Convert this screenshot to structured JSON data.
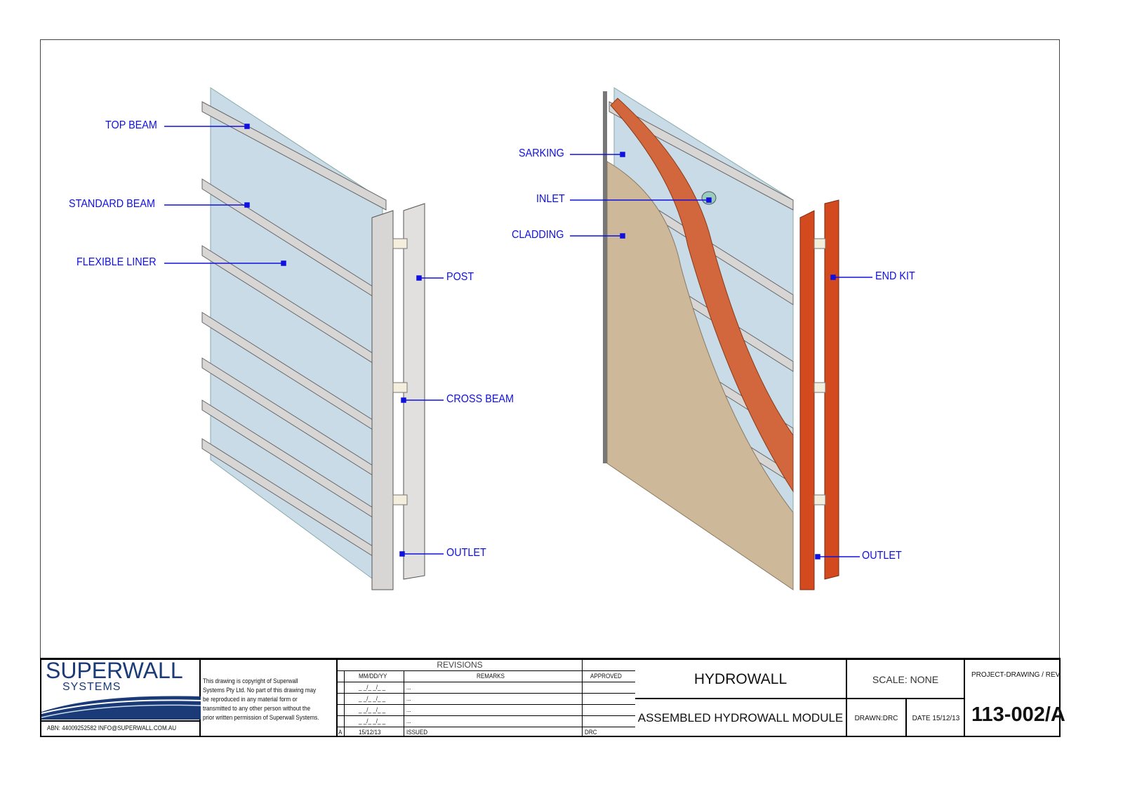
{
  "left_view": {
    "labels": {
      "top_beam": "TOP BEAM",
      "standard_beam": "STANDARD BEAM",
      "flexible_liner": "FLEXIBLE LINER",
      "post": "POST",
      "cross_beam": "CROSS BEAM",
      "outlet": "OUTLET"
    }
  },
  "right_view": {
    "labels": {
      "sarking": "SARKING",
      "inlet": "INLET",
      "cladding": "CLADDING",
      "end_kit": "END KIT",
      "outlet": "OUTLET"
    }
  },
  "title_block": {
    "logo_main": "SUPERWALL",
    "logo_sub": "SYSTEMS",
    "contact": "ABN: 44009252582  INFO@SUPERWALL.COM.AU",
    "copyright": [
      "This drawing is copyright of Superwall",
      "Systems Pty Ltd. No part of this drawing may",
      "be reproduced in any material form or",
      "transmitted to any other person without the",
      "prior written permission of Superwall Systems."
    ],
    "revisions": {
      "title": "REVISIONS",
      "headers": {
        "date": "MM/DD/YY",
        "remarks": "REMARKS",
        "approved": "APPROVED"
      },
      "rows": [
        {
          "rev": "",
          "date": "_ _/_ _/_ _",
          "remarks": "...",
          "approved": ""
        },
        {
          "rev": "",
          "date": "_ _/_ _/_ _",
          "remarks": "...",
          "approved": ""
        },
        {
          "rev": "",
          "date": "_ _/_ _/_ _",
          "remarks": "...",
          "approved": ""
        },
        {
          "rev": "",
          "date": "_ _/_ _/_ _",
          "remarks": "...",
          "approved": ""
        },
        {
          "rev": "A",
          "date": "15/12/13",
          "remarks": "ISSUED",
          "approved": "DRC"
        }
      ]
    },
    "project": "HYDROWALL",
    "drawing_title": "ASSEMBLED HYDROWALL MODULE",
    "scale": "SCALE: NONE",
    "drawn": "DRAWN:DRC",
    "date": "DATE 15/12/13",
    "number_label": "PROJECT-DRAWING / REV",
    "number": "113-002/A"
  },
  "colors": {
    "label": "#1010e0",
    "liner": "#c9dbe6",
    "beam": "#d8d6d4",
    "cladding": "#cdb89a",
    "sarking": "#d2663c",
    "end_kit": "#d24a1e"
  }
}
